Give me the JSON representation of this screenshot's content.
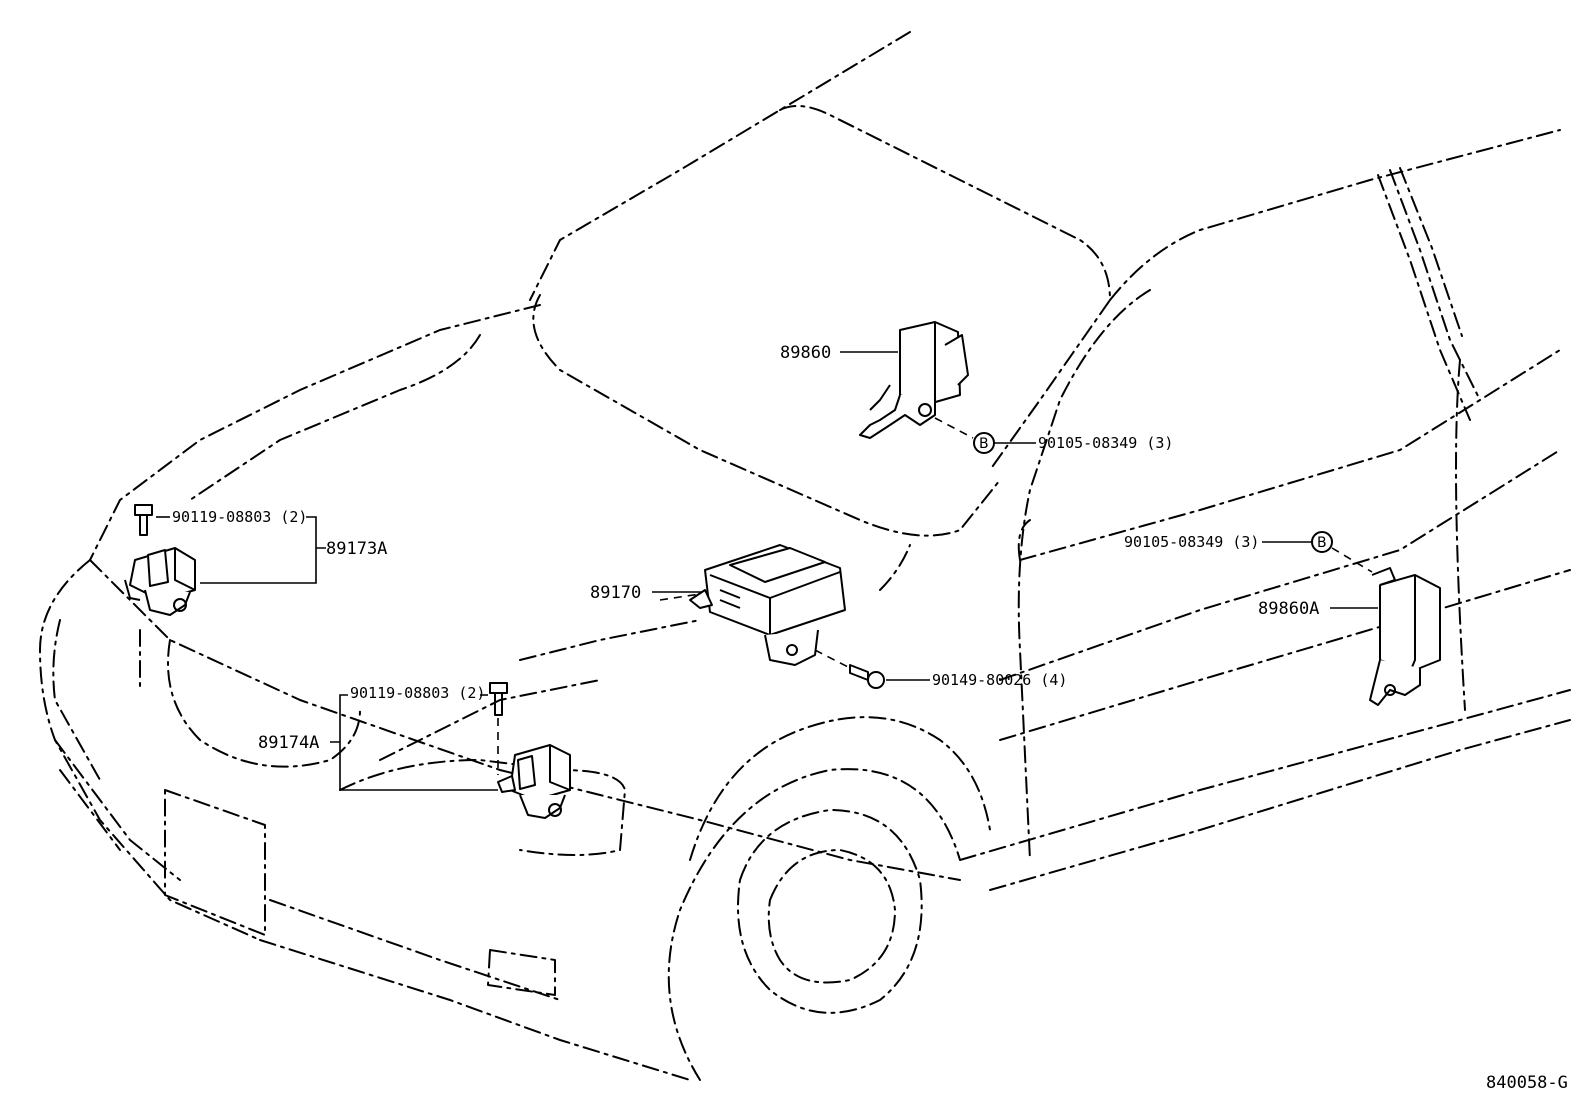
{
  "labels": {
    "p89860": "89860",
    "p89860_bolt": "90105-08349 (3)",
    "p89860A_bolt": "90105-08349 (3)",
    "p89860A": "89860A",
    "p89173A_bolt": "90119-08803 (2)",
    "p89173A": "89173A",
    "p89170": "89170",
    "p89170_bolt": "90149-80026 (4)",
    "p89174A_bolt": "90119-08803 (2)",
    "p89174A": "89174A",
    "b_marker": "B",
    "drawing_id": "840058-G"
  }
}
